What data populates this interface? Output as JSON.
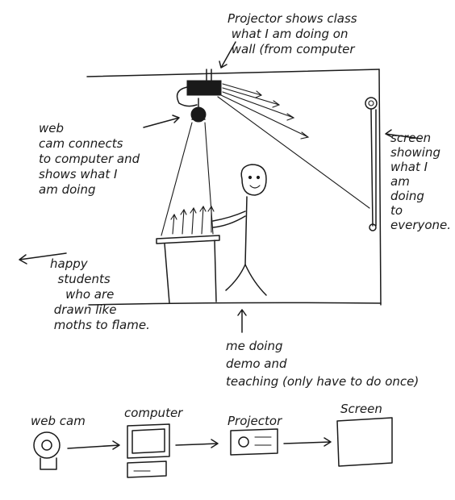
{
  "notes": {
    "projector": "Projector shows class\n what I am doing on\n wall (from computer",
    "webcam": "web\ncam connects\nto computer and\nshows what I\nam doing",
    "screen": "screen\nshowing\nwhat I\nam\ndoing\nto\neveryone.",
    "students": "happy\n  students\n    who are\n drawn like\n moths to flame.",
    "me": "me doing\ndemo and\nteaching (only have to do once)"
  },
  "flow": {
    "webcam": "web cam",
    "computer": "computer",
    "projector": "Projector",
    "screen": "Screen"
  }
}
